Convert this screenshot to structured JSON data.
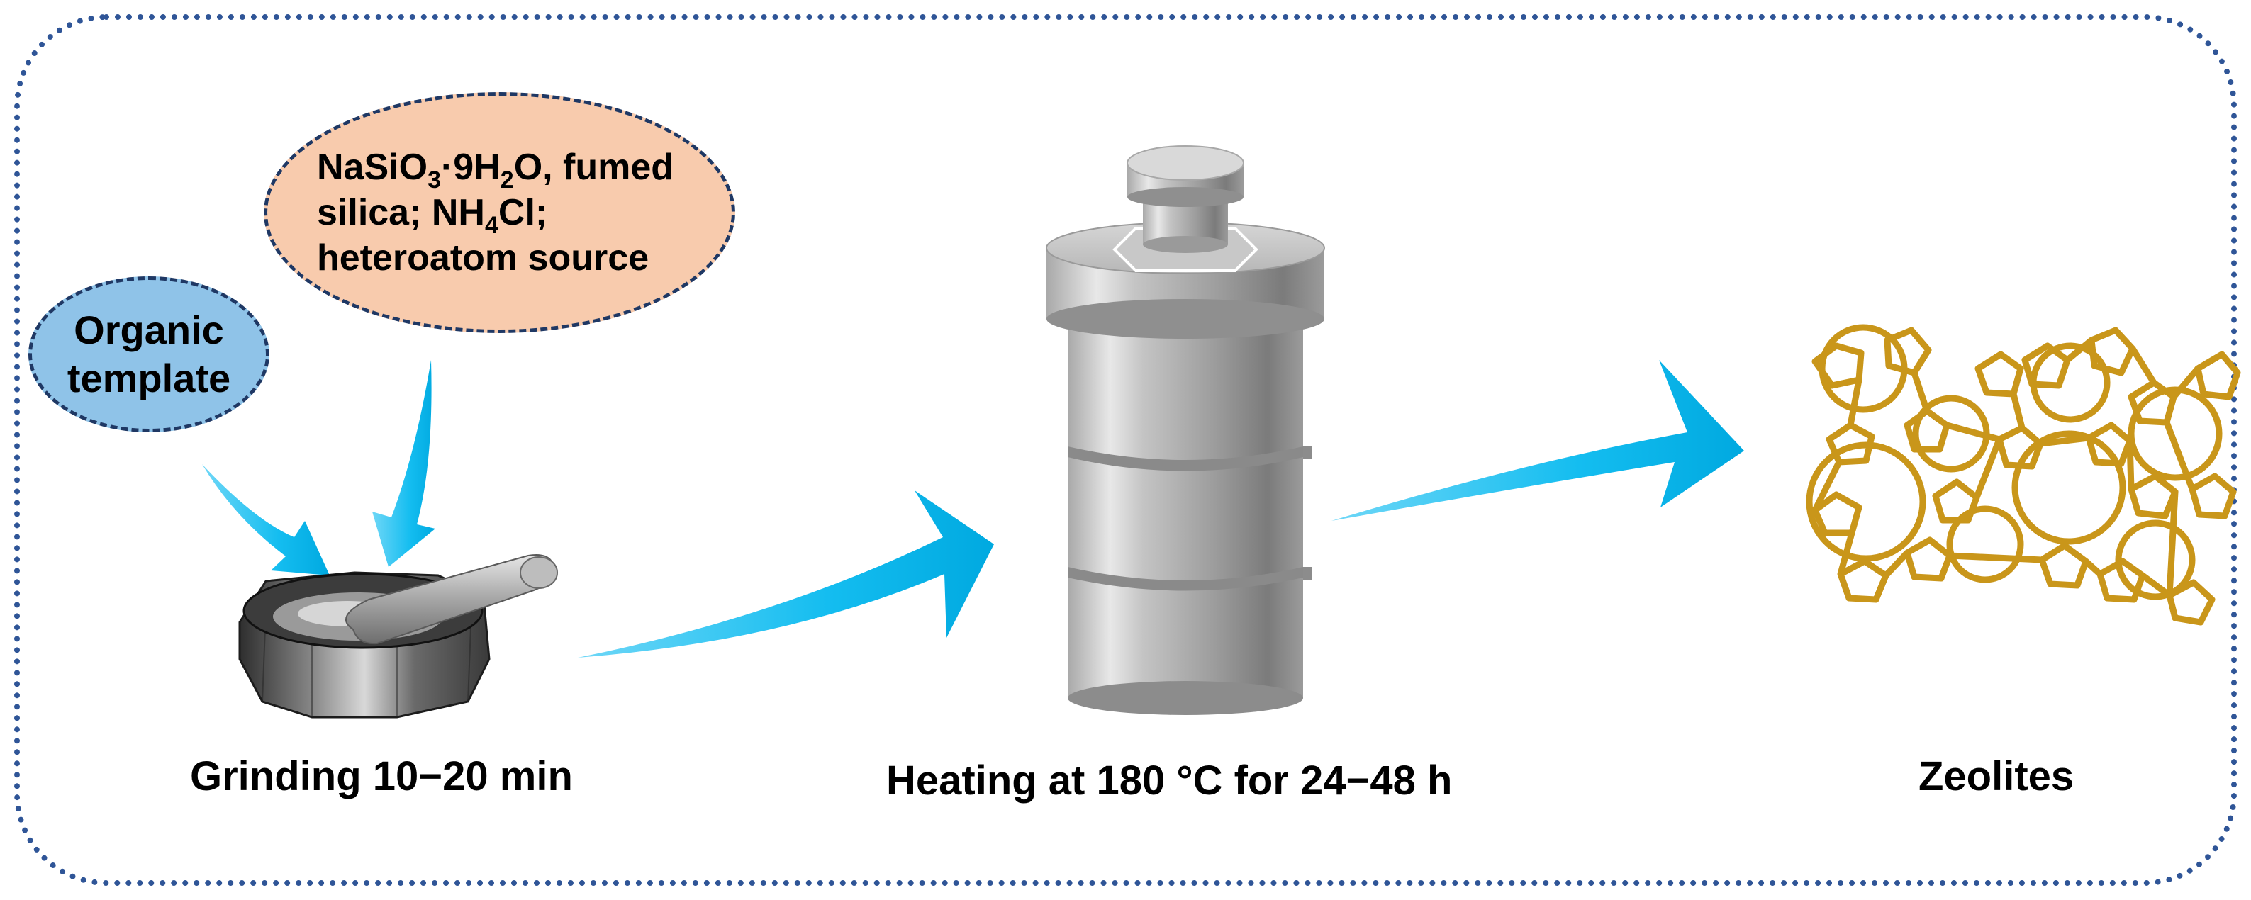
{
  "template_bubble": {
    "line1": "Organic",
    "line2": "template"
  },
  "reagent_bubble": {
    "part_a": "NaSiO",
    "sub_a": "3",
    "part_b": "·9H",
    "sub_b": "2",
    "part_c": "O, fumed",
    "part_d": "silica; NH",
    "sub_d": "4",
    "part_e": "Cl;",
    "line3": "heteroatom source"
  },
  "captions": {
    "grinding": "Grinding 10−20 min",
    "heating": "Heating at 180 °C for 24−48 h",
    "product": "Zeolites"
  },
  "colors": {
    "frame_border": "#2f5597",
    "template_fill": "#8fc3e8",
    "reagent_fill": "#f8cbad",
    "arrow_fill": "#00b8f0",
    "zeolite_gold": "#d4a017",
    "autoclave_steel": "#9a9a9a"
  },
  "icons": [
    "mortar-pestle-icon",
    "autoclave-icon",
    "zeolite-framework-icon"
  ]
}
